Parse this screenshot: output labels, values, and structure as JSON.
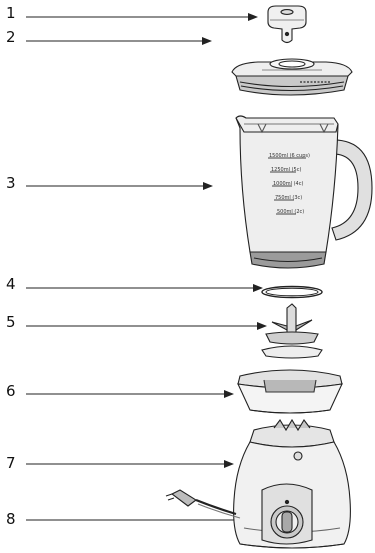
{
  "diagram": {
    "callouts": [
      {
        "number": "1",
        "part": "lid-cap"
      },
      {
        "number": "2",
        "part": "lid"
      },
      {
        "number": "3",
        "part": "jug"
      },
      {
        "number": "4",
        "part": "sealing-ring"
      },
      {
        "number": "5",
        "part": "blade-assembly"
      },
      {
        "number": "6",
        "part": "jug-base"
      },
      {
        "number": "7",
        "part": "motor-base"
      },
      {
        "number": "8",
        "part": "power-cord"
      }
    ],
    "measure_marks": [
      "1500ml (6 cups)",
      "1250ml (5c)",
      "1000ml (4c)",
      "750ml (3c)",
      "500ml (2c)"
    ],
    "colors": {
      "line": "#222222",
      "fill_light": "#f2f2f2",
      "fill_mid": "#d8d8d8",
      "fill_dark": "#a8a8a8"
    }
  }
}
